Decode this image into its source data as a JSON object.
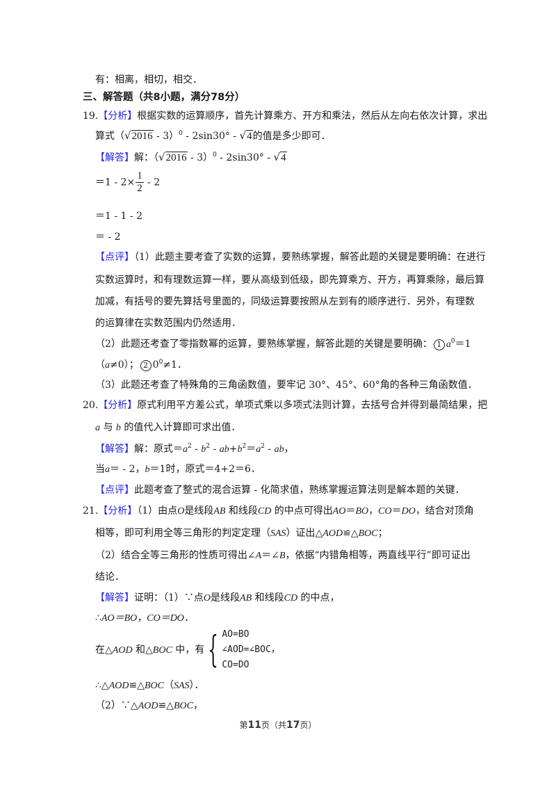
{
  "page": {
    "prev_tail": "有：相离，相切，相交．",
    "section_title": "三、解答题（共8小题，满分78分）",
    "labels": {
      "analysis": "【分析】",
      "answer": "【解答】",
      "comment": "【点评】"
    },
    "q19": {
      "num": "19.",
      "analysis_line1": "根据实数的运算顺序，首先计算乘方、开方和乘法，然后从左向右依次计算，求出",
      "analysis_line2_pre": "算式（",
      "sqrt_2016": "2016",
      "expr_mid": " - 3）",
      "exp0": "0",
      "expr_tail": " - 2sin30° - ",
      "sqrt_4": "4",
      "analysis_line2_post": "的值是多少即可．",
      "answer_pre": "解：（",
      "step1_a": "＝1 - 2×",
      "step1_num": "1",
      "step1_den": "2",
      "step1_b": " - 2",
      "step2": "＝1 - 1 - 2",
      "step3": "＝ - 2",
      "comment_1a": "（1）此题主要考查了实数的运算，要熟练掌握，解答此题的关键是要明确：在进行",
      "comment_1b": "实数运算时，和有理数运算一样，要从高级到低级，即先算乘方、开方，再算乘除，最后算",
      "comment_1c": "加减，有括号的要先算括号里面的，同级运算要按照从左到有的顺序进行．另外，有理数",
      "comment_1d": "的运算律在实数范围内仍然适用．",
      "comment_2a": "（2）此题还考查了零指数幂的运算，要熟练掌握，解答此题的关键是要明确：",
      "circ1": "1",
      "comment_2a_math": "＝1",
      "comment_2b_pre": "（",
      "comment_2b_math": "≠0）；",
      "circ2": "2",
      "comment_2b_post": "≠1．",
      "comment_3": "（3）此题还考查了特殊角的三角函数值，要牢记 30°、45°、60°角的各种三角函数值．"
    },
    "q20": {
      "num": "20.",
      "analysis_line1": "原式利用平方差公式，单项式乘以多项式法则计算，去括号合并得到最简结果，把",
      "analysis_line2_a": "a",
      "analysis_line2_mid": " 与 ",
      "analysis_line2_b": "b",
      "analysis_line2_post": " 的值代入计算即可求出值．",
      "answer": "解：原式＝",
      "sub_line": "当",
      "sub_a": "a",
      "sub_a_val": "＝ - 2，",
      "sub_b": "b",
      "sub_b_val": "＝1时，原式＝4+2＝6．",
      "comment": "此题考查了整式的混合运算 - 化简求值，熟练掌握运算法则是解本题的关键．"
    },
    "q21": {
      "num": "21.",
      "analysis_1a": "（1）由点",
      "analysis_1b": "是线段",
      "analysis_1c": "和线段",
      "analysis_1d": "的中点可得出",
      "analysis_1e": "，结合对顶角",
      "analysis_1f": "相等，即可利用全等三角形的判定定理（",
      "analysis_1g": "）证出",
      "analysis_2": "（2）结合全等三角形的性质可得出∠",
      "analysis_2b": "＝∠",
      "analysis_2c": "，依据“内错角相等，两直线平行”即可证出",
      "analysis_2d": "结论．",
      "proof_pre": "证明：（1）∵点",
      "proof_mid": "是线段",
      "proof_and": "和线段",
      "proof_post": "的中点，",
      "therefore1": "∴",
      "eq_ao_bo": "AO＝BO，CO＝DO．",
      "in_tri": "在△",
      "and_tri": "和△",
      "middle_have": "中，有",
      "sys_1": "AO=BO",
      "sys_2": "∠AOD=∠BOC，",
      "sys_3": "CO=DO",
      "concl": "∴△AOD≌△BOC（SAS）．",
      "part2": "（2）∵△AOD≌△BOC，"
    },
    "footer": {
      "pre": "第",
      "page": "11",
      "mid": "页（共",
      "total": "17",
      "post": "页）"
    }
  }
}
